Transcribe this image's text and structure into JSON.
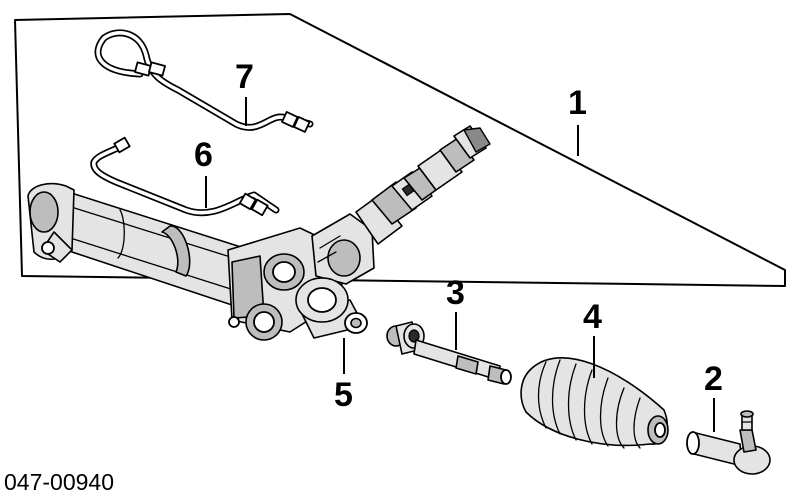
{
  "callouts": {
    "c1": "1",
    "c2": "2",
    "c3": "3",
    "c4": "4",
    "c5": "5",
    "c6": "6",
    "c7": "7"
  },
  "reference_code": "047-00940"
}
